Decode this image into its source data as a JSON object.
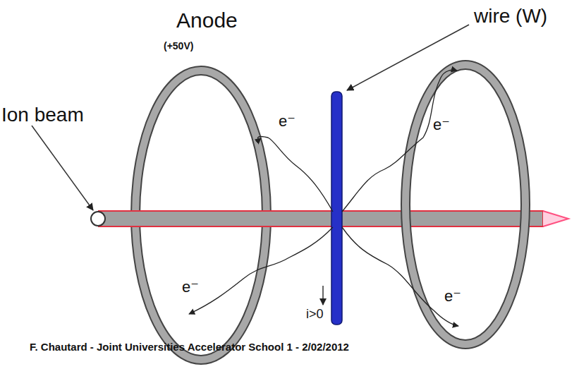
{
  "diagram": {
    "labels": [
      "Anode",
      "(+50V)",
      "wire (W)",
      "Ion beam",
      "e⁻",
      "e⁻",
      "e⁻",
      "e⁻",
      "i>0",
      "F. Chautard - Joint Universities Accelerator School 1 - 2/02/2012"
    ]
  }
}
